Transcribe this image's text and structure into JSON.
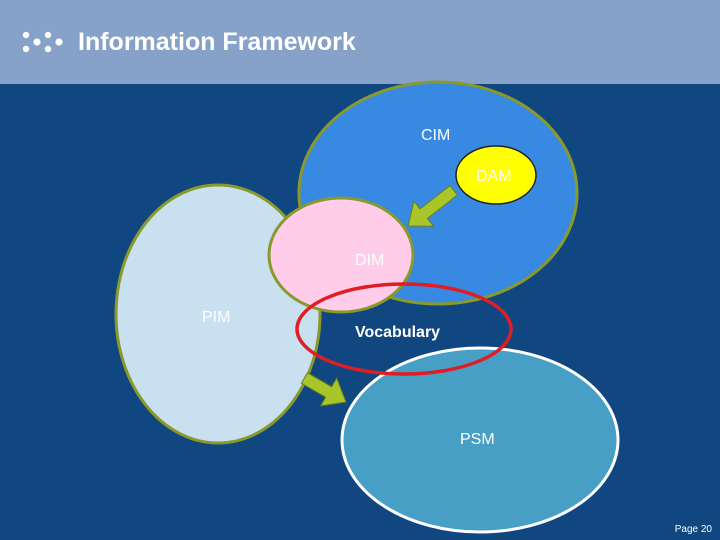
{
  "header": {
    "title": "Information Framework",
    "logo_icon": "dots-logo-icon"
  },
  "diagram": {
    "nodes": {
      "cim": {
        "label": "CIM",
        "fill": "#3789e1"
      },
      "dam": {
        "label": "DAM",
        "fill": "#ffff00"
      },
      "pim": {
        "label": "PIM",
        "fill": "#c8e0f0"
      },
      "dim": {
        "label": "DIM",
        "fill": "#ffccea"
      },
      "psm": {
        "label": "PSM",
        "fill": "#489fc5"
      },
      "vocabulary": {
        "label": "Vocabulary",
        "outline": "#e11d24"
      }
    },
    "edge_color": "#a8c52a"
  },
  "footer": {
    "page": "Page 20"
  }
}
